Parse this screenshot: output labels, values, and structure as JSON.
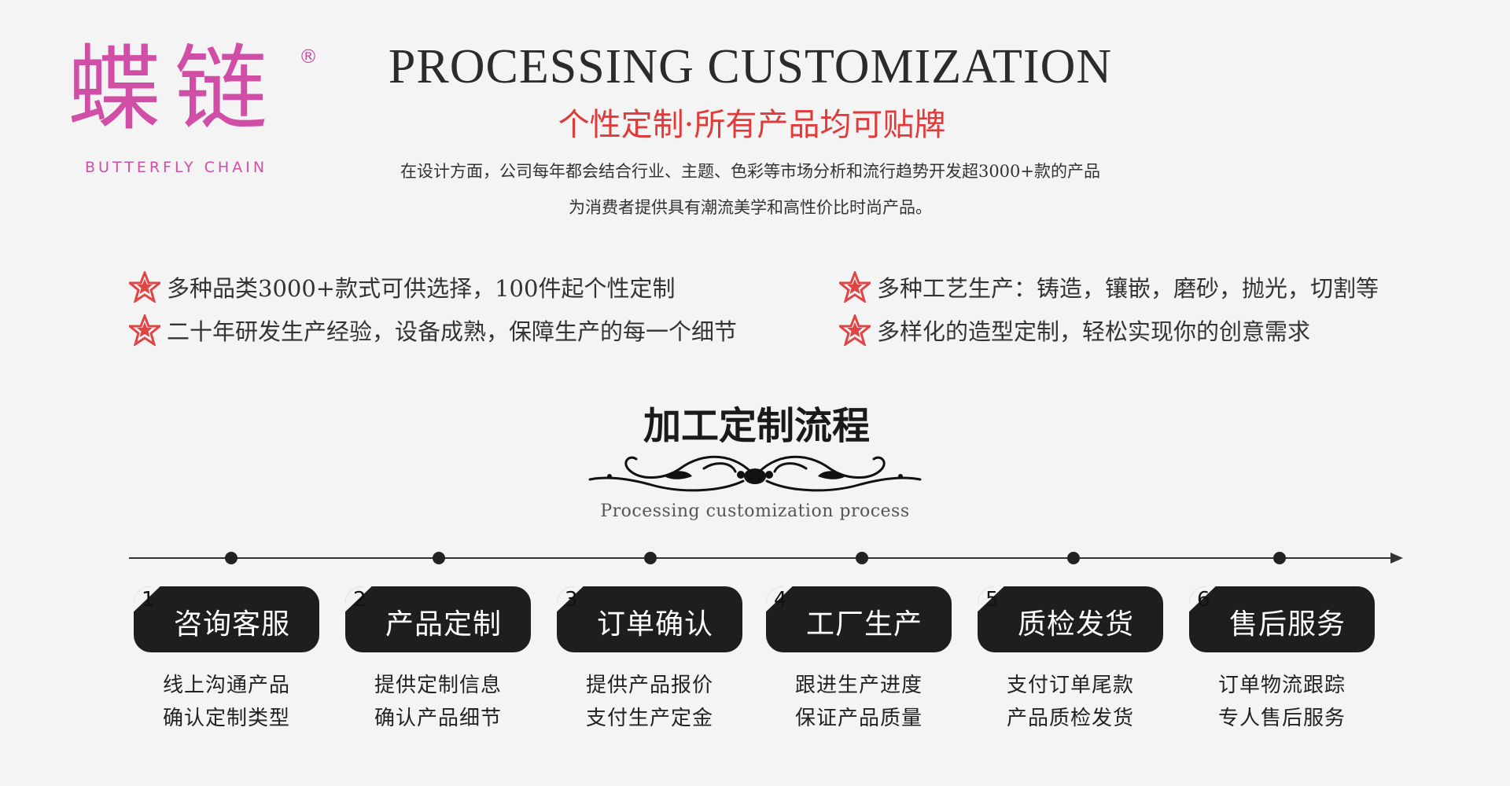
{
  "brand": {
    "logo_cn": "蝶链",
    "registered": "®",
    "logo_en": "BUTTERFLY CHAIN",
    "color": "#d14ea6"
  },
  "header": {
    "title_en": "PROCESSING CUSTOMIZATION",
    "title_cn": "个性定制·所有产品均可贴牌",
    "title_cn_color": "#e03a3a",
    "intro_line1": "在设计方面，公司每年都会结合行业、主题、色彩等市场分析和流行趋势开发超3000+款的产品",
    "intro_line2": "为消费者提供具有潮流美学和高性价比时尚产品。"
  },
  "features": [
    {
      "icon": "star-icon",
      "text": "多种品类3000+款式可供选择，100件起个性定制"
    },
    {
      "icon": "star-icon",
      "text": "二十年研发生产经验，设备成熟，保障生产的每一个细节"
    },
    {
      "icon": "star-icon",
      "text": "多种工艺生产：铸造，镶嵌，磨砂，抛光，切割等"
    },
    {
      "icon": "star-icon",
      "text": "多样化的造型定制，轻松实现你的创意需求"
    }
  ],
  "process": {
    "title": "加工定制流程",
    "subtitle": "Processing customization process",
    "steps": [
      {
        "num": "1",
        "title": "咨询客服",
        "desc1": "线上沟通产品",
        "desc2": "确认定制类型"
      },
      {
        "num": "2",
        "title": "产品定制",
        "desc1": "提供定制信息",
        "desc2": "确认产品细节"
      },
      {
        "num": "3",
        "title": "订单确认",
        "desc1": "提供产品报价",
        "desc2": "支付生产定金"
      },
      {
        "num": "4",
        "title": "工厂生产",
        "desc1": "跟进生产进度",
        "desc2": "保证产品质量"
      },
      {
        "num": "5",
        "title": "质检发货",
        "desc1": "支付订单尾款",
        "desc2": "产品质检发货"
      },
      {
        "num": "6",
        "title": "售后服务",
        "desc1": "订单物流跟踪",
        "desc2": "专人售后服务"
      }
    ]
  }
}
